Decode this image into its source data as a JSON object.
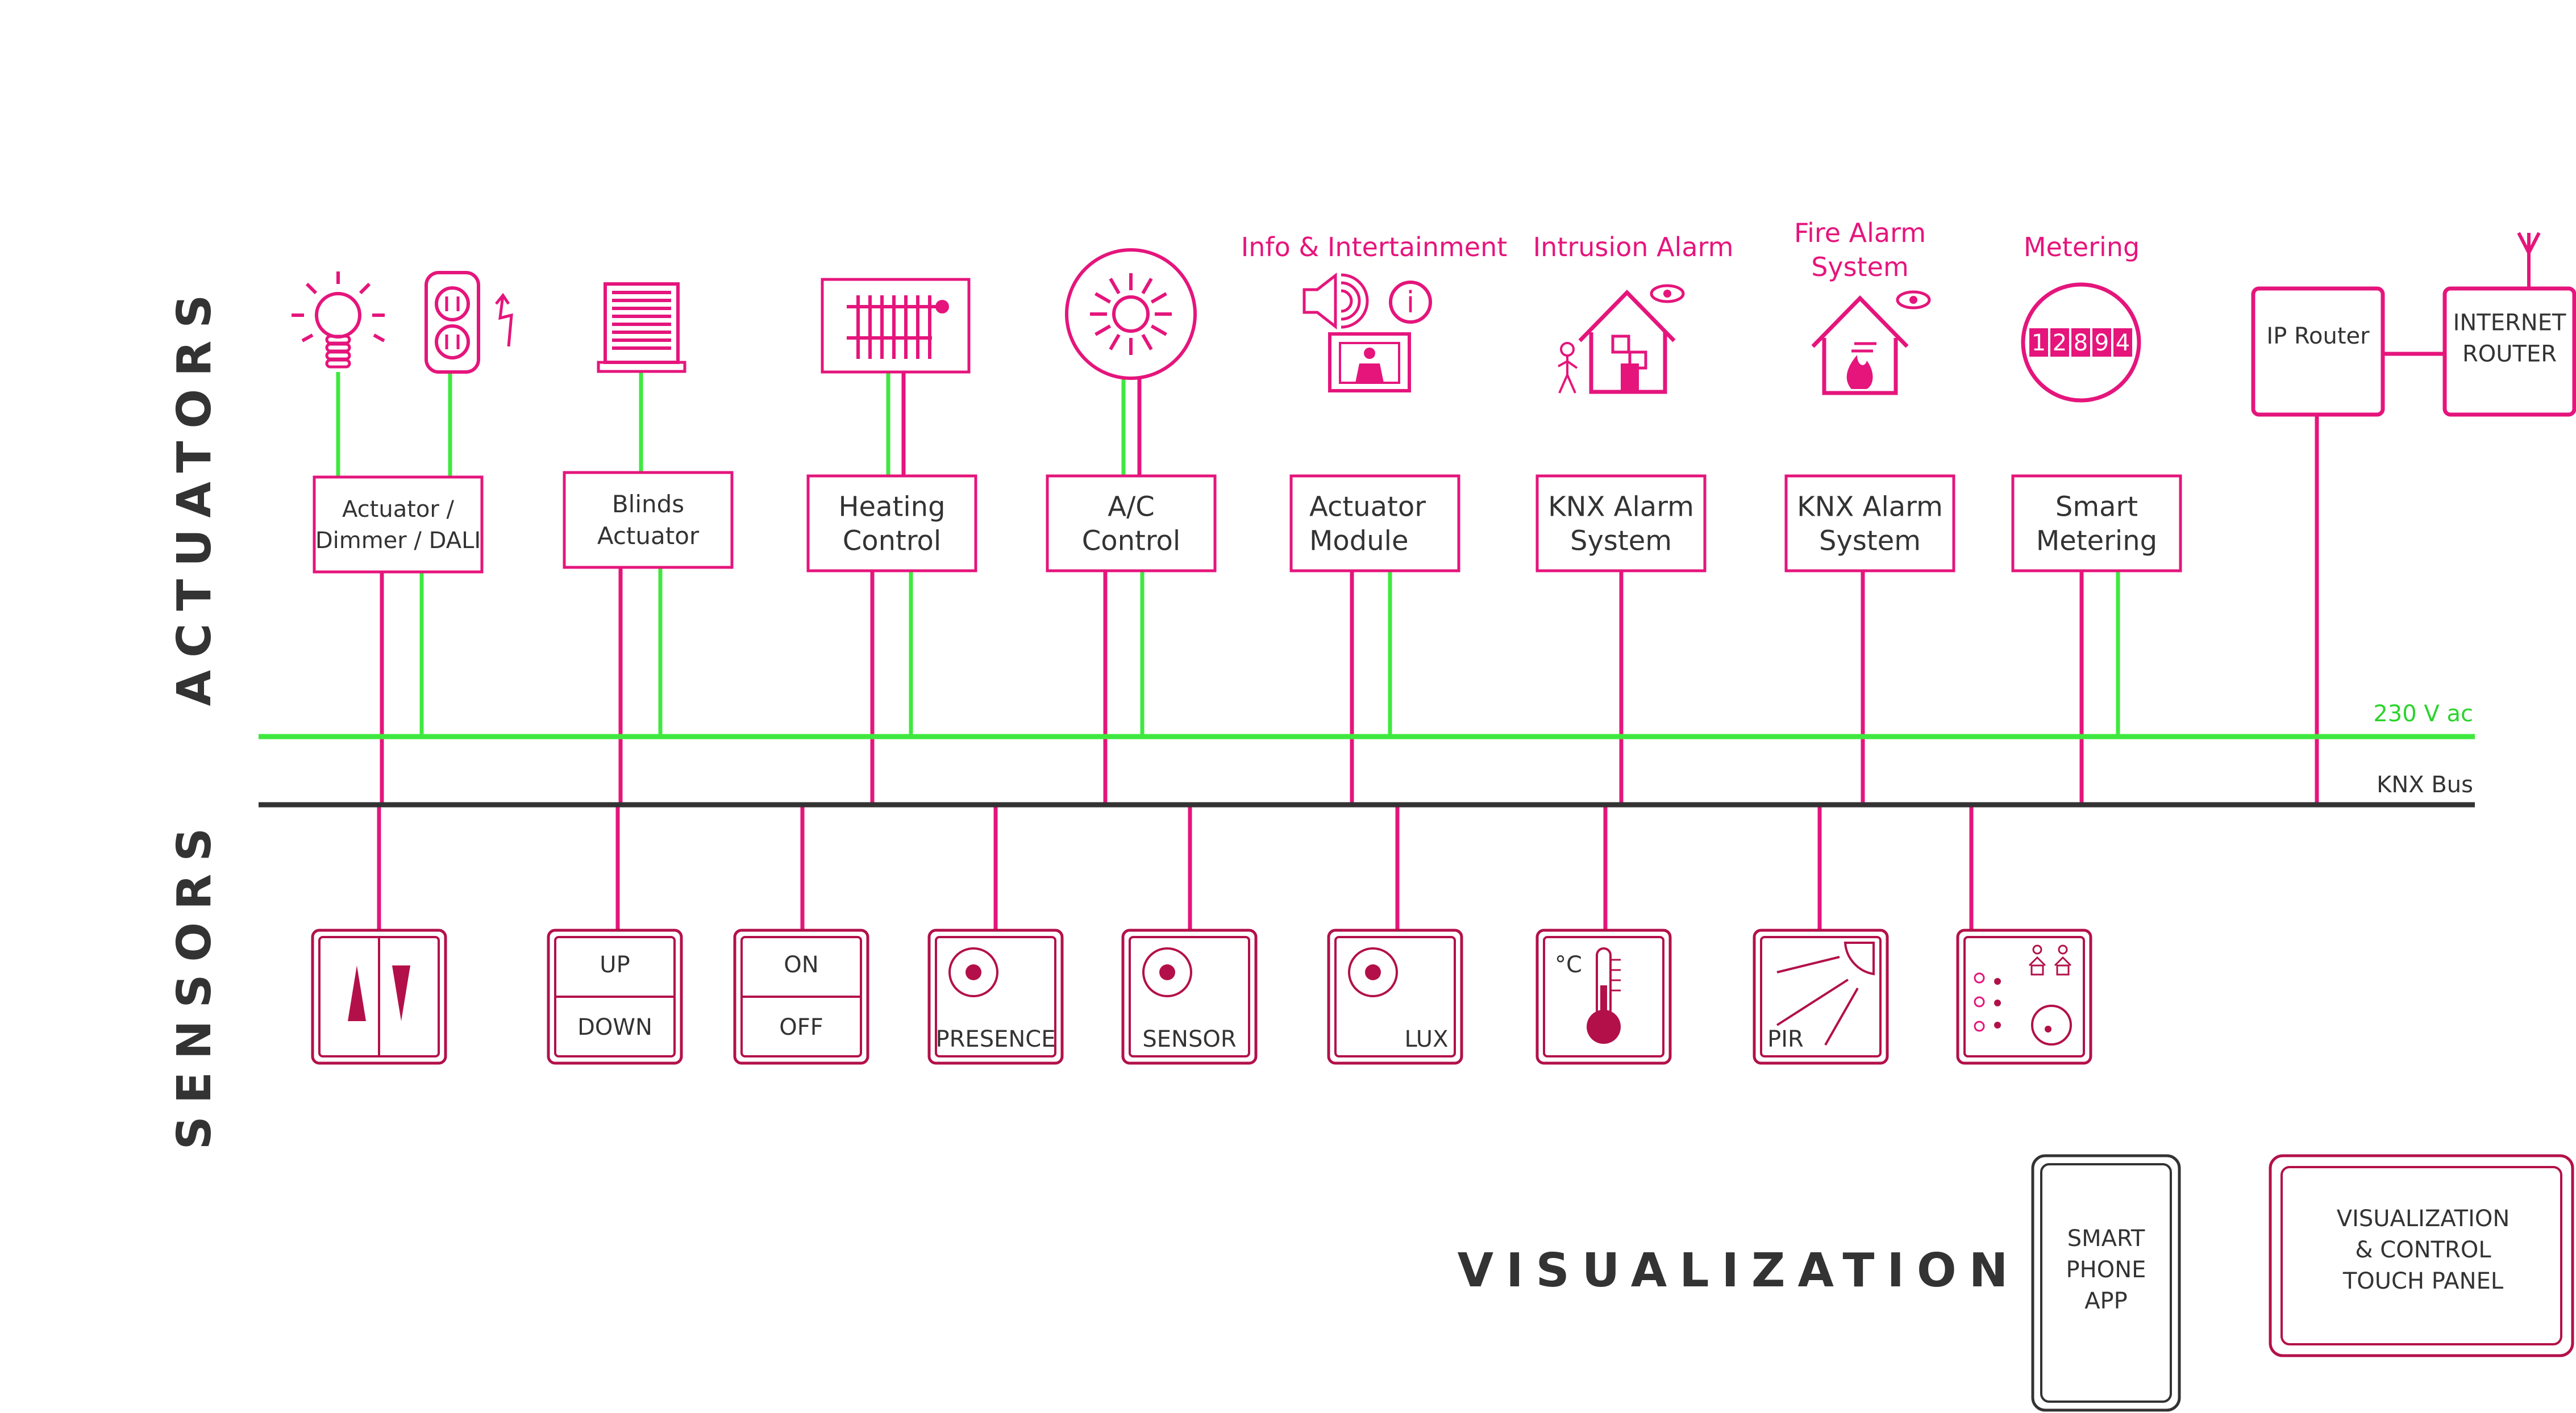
{
  "colors": {
    "magenta": "#e5157c",
    "crimson": "#b3104a",
    "green": "#3fe83f",
    "bus": "#333333",
    "text": "#333333"
  },
  "sections": {
    "actuators": "ACTUATORS",
    "sensors": "SENSORS",
    "visualization": "VISUALIZATION"
  },
  "lines": {
    "power": "230 V ac",
    "bus": "KNX Bus"
  },
  "header_labels": [
    {
      "lines": [
        "Info & Intertainment"
      ]
    },
    {
      "lines": [
        "Intrusion Alarm"
      ]
    },
    {
      "lines": [
        "Fire Alarm",
        "System"
      ]
    },
    {
      "lines": [
        "Metering"
      ]
    }
  ],
  "actuators": [
    {
      "lines": [
        "Actuator /",
        "Dimmer / DALI"
      ],
      "icon": "light-bulb-and-socket-icon"
    },
    {
      "lines": [
        "Blinds",
        "Actuator"
      ],
      "icon": "blinds-icon"
    },
    {
      "lines": [
        "Heating",
        "Control"
      ],
      "icon": "radiator-icon"
    },
    {
      "lines": [
        "A/C",
        "Control"
      ],
      "icon": "sun-snowflake-icon"
    },
    {
      "lines": [
        "Actuator",
        "Module"
      ],
      "icon": "speaker-info-display-icon"
    },
    {
      "lines": [
        "KNX Alarm",
        "System"
      ],
      "icon": "house-eye-intruder-icon"
    },
    {
      "lines": [
        "KNX Alarm",
        "System"
      ],
      "icon": "house-fire-eye-icon"
    },
    {
      "lines": [
        "Smart",
        "Metering"
      ],
      "icon": "meter-icon"
    }
  ],
  "meter_digits": "12894",
  "network": {
    "ip_router": "IP Router",
    "internet_router": [
      "INTERNET",
      "ROUTER"
    ],
    "icon": "antenna-icon"
  },
  "sensors": [
    {
      "type": "blinds-switch",
      "labels": []
    },
    {
      "type": "up-down-switch",
      "labels": [
        "UP",
        "DOWN"
      ]
    },
    {
      "type": "on-off-switch",
      "labels": [
        "ON",
        "OFF"
      ]
    },
    {
      "type": "presence-sensor",
      "labels": [
        "PRESENCE"
      ]
    },
    {
      "type": "generic-sensor",
      "labels": [
        "SENSOR"
      ]
    },
    {
      "type": "lux-sensor",
      "labels": [
        "LUX"
      ]
    },
    {
      "type": "temperature-sensor",
      "labels": [
        "°C"
      ]
    },
    {
      "type": "pir-sensor",
      "labels": [
        "PIR"
      ]
    },
    {
      "type": "room-controller",
      "labels": []
    }
  ],
  "visualization_devices": {
    "phone": [
      "SMART",
      "PHONE",
      "APP"
    ],
    "panel": [
      "VISUALIZATION",
      "& CONTROL",
      "TOUCH PANEL"
    ]
  }
}
